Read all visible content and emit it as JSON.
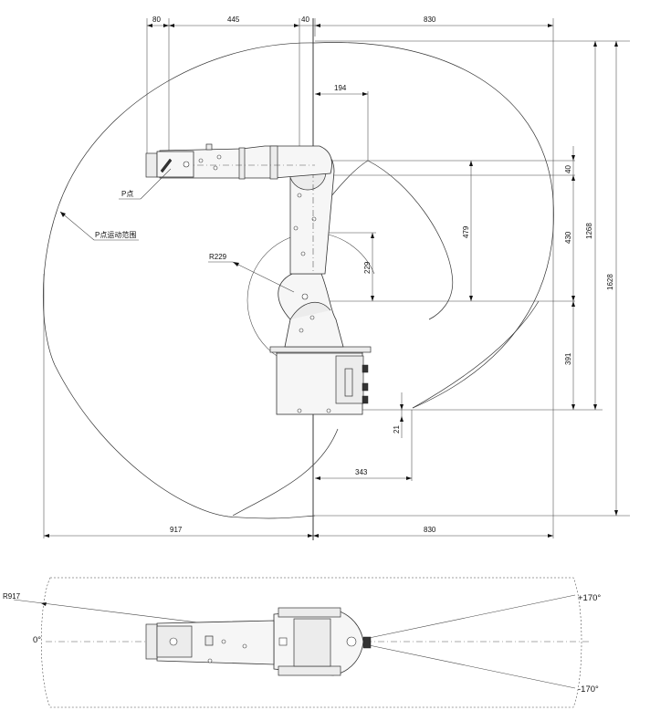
{
  "side_view": {
    "dimensions": {
      "top_80": "80",
      "top_445": "445",
      "top_40": "40",
      "top_830": "830",
      "offset_194": "194",
      "right_40": "40",
      "right_479": "479",
      "right_430": "430",
      "right_1268": "1268",
      "right_1628": "1628",
      "radius_229": "229",
      "right_391": "391",
      "lower_21": "21",
      "lower_343": "343",
      "bottom_917": "917",
      "bottom_830": "830"
    },
    "labels": {
      "point_p": "P点",
      "p_range": "P点运动范围",
      "radius_label": "R229"
    }
  },
  "top_view": {
    "labels": {
      "radius_label": "R917",
      "angle_zero": "0°",
      "angle_pos": "+170°",
      "angle_neg": "-170°"
    }
  }
}
